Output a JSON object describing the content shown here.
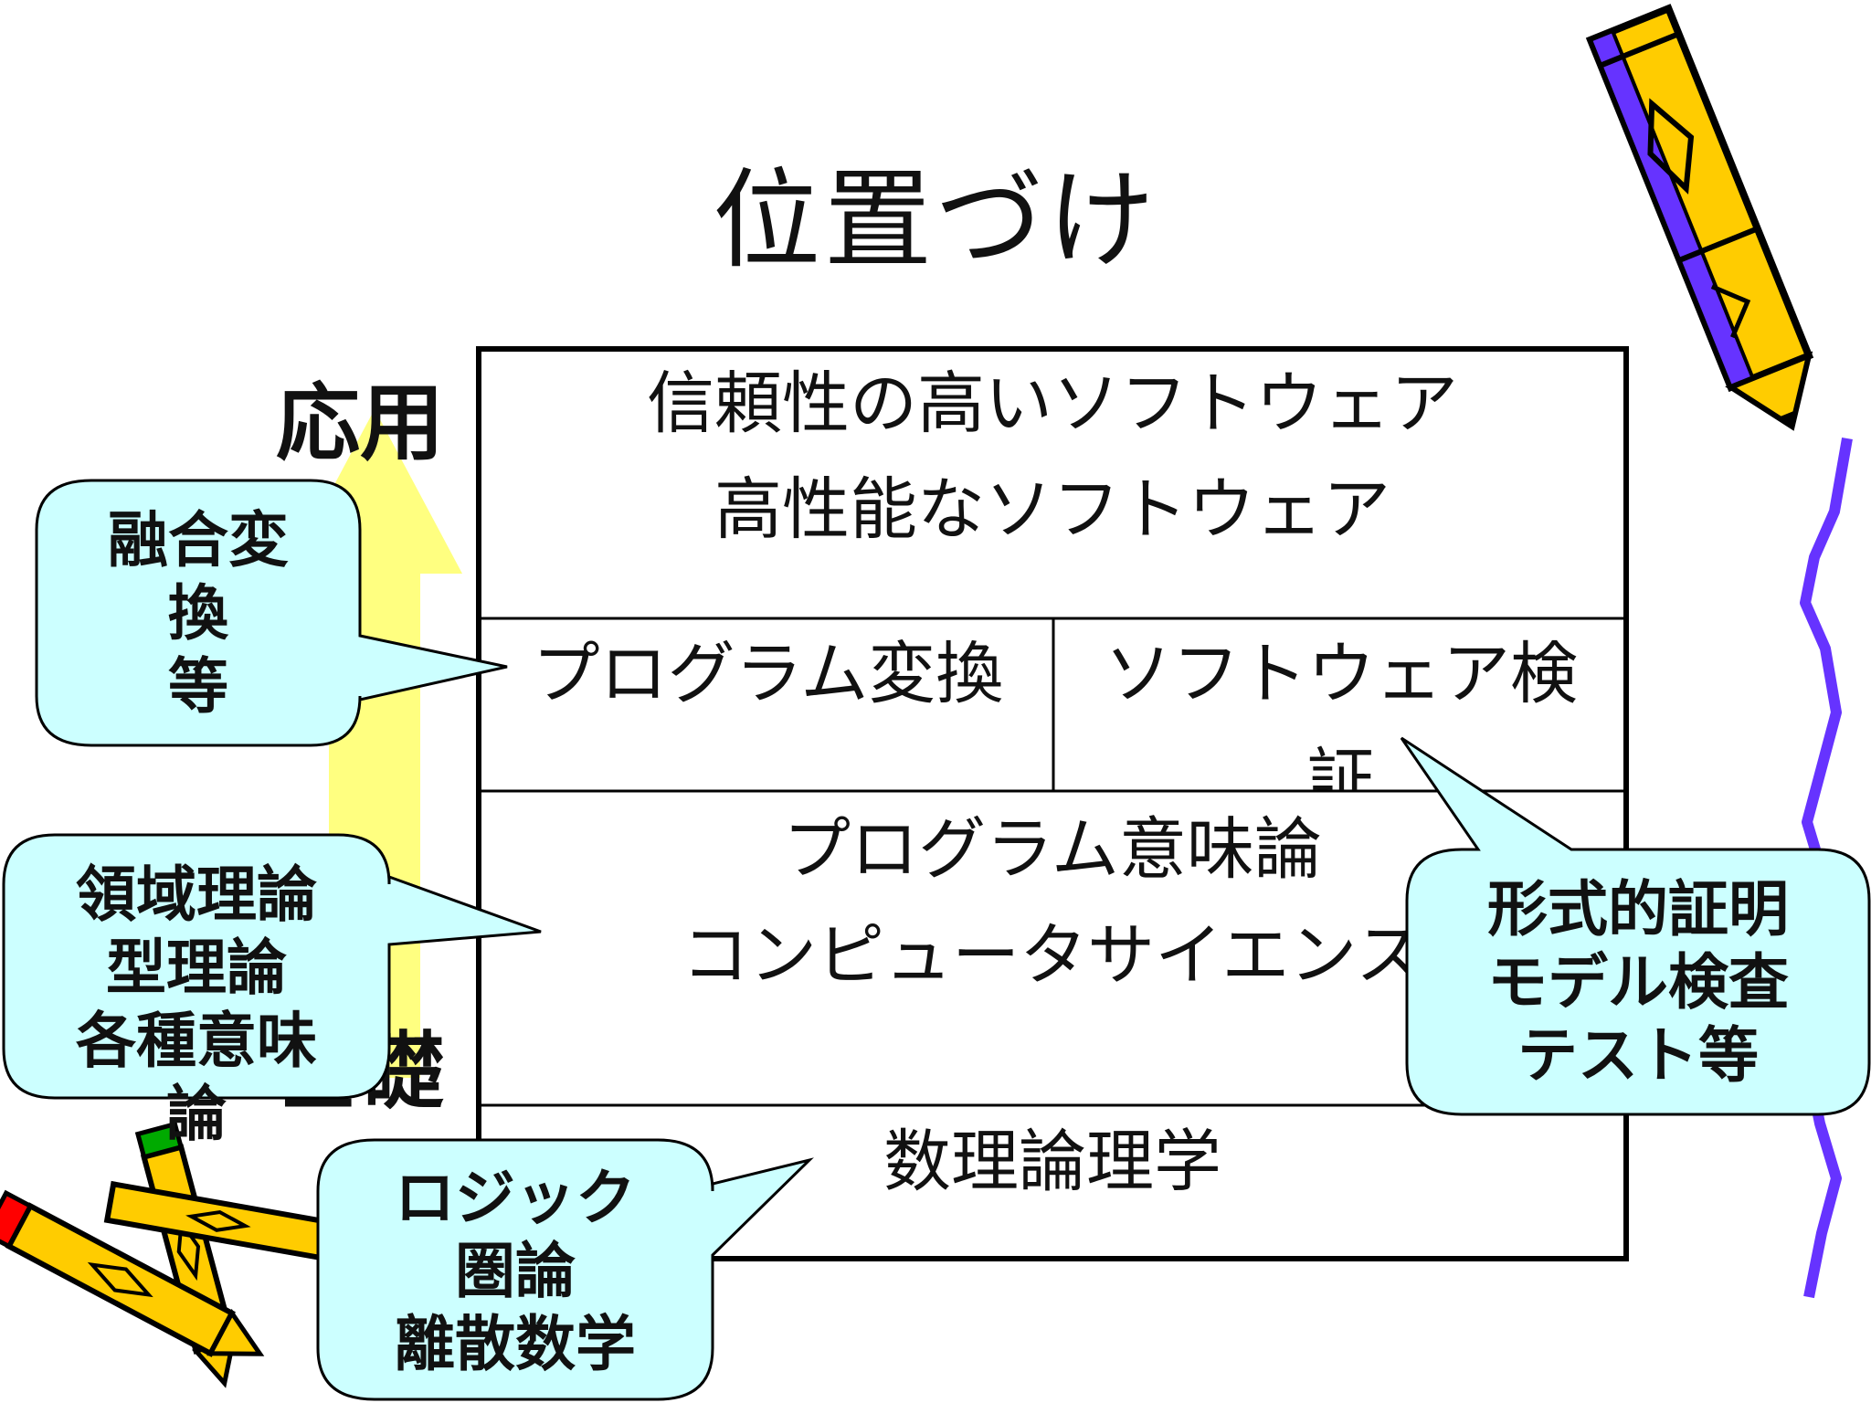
{
  "title": "位置づけ",
  "axis": {
    "top_label": "応用",
    "bottom_label": "基礎",
    "arrow_color": "#ffff80"
  },
  "table": {
    "row1": {
      "line1": "信頼性の高いソフトウェア",
      "line2": "高性能なソフトウェア"
    },
    "row2": {
      "left": "プログラム変換",
      "right_line1": "ソフトウェア検",
      "right_line2": "証"
    },
    "row3": {
      "line1": "プログラム意味論",
      "line2": "コンピュータサイエンス"
    },
    "row4": {
      "line1": "数理論理学"
    }
  },
  "callouts": {
    "transform": {
      "lines": [
        "融合変",
        "換",
        "等"
      ]
    },
    "semantics": {
      "lines": [
        "領域理論",
        "型理論",
        "各種意味",
        "論"
      ]
    },
    "logic": {
      "lines": [
        "ロジック",
        "圏論",
        "離散数学"
      ]
    },
    "verification": {
      "lines": [
        "形式的証明",
        "モデル検査",
        "テスト等"
      ]
    },
    "fill_color": "#ccffff"
  },
  "decorations": {
    "pencil_icon_colors": [
      "#ffcc00",
      "#6633ff",
      "#ff0000",
      "#00aa00"
    ],
    "wavy_line_color": "#6633ff"
  }
}
